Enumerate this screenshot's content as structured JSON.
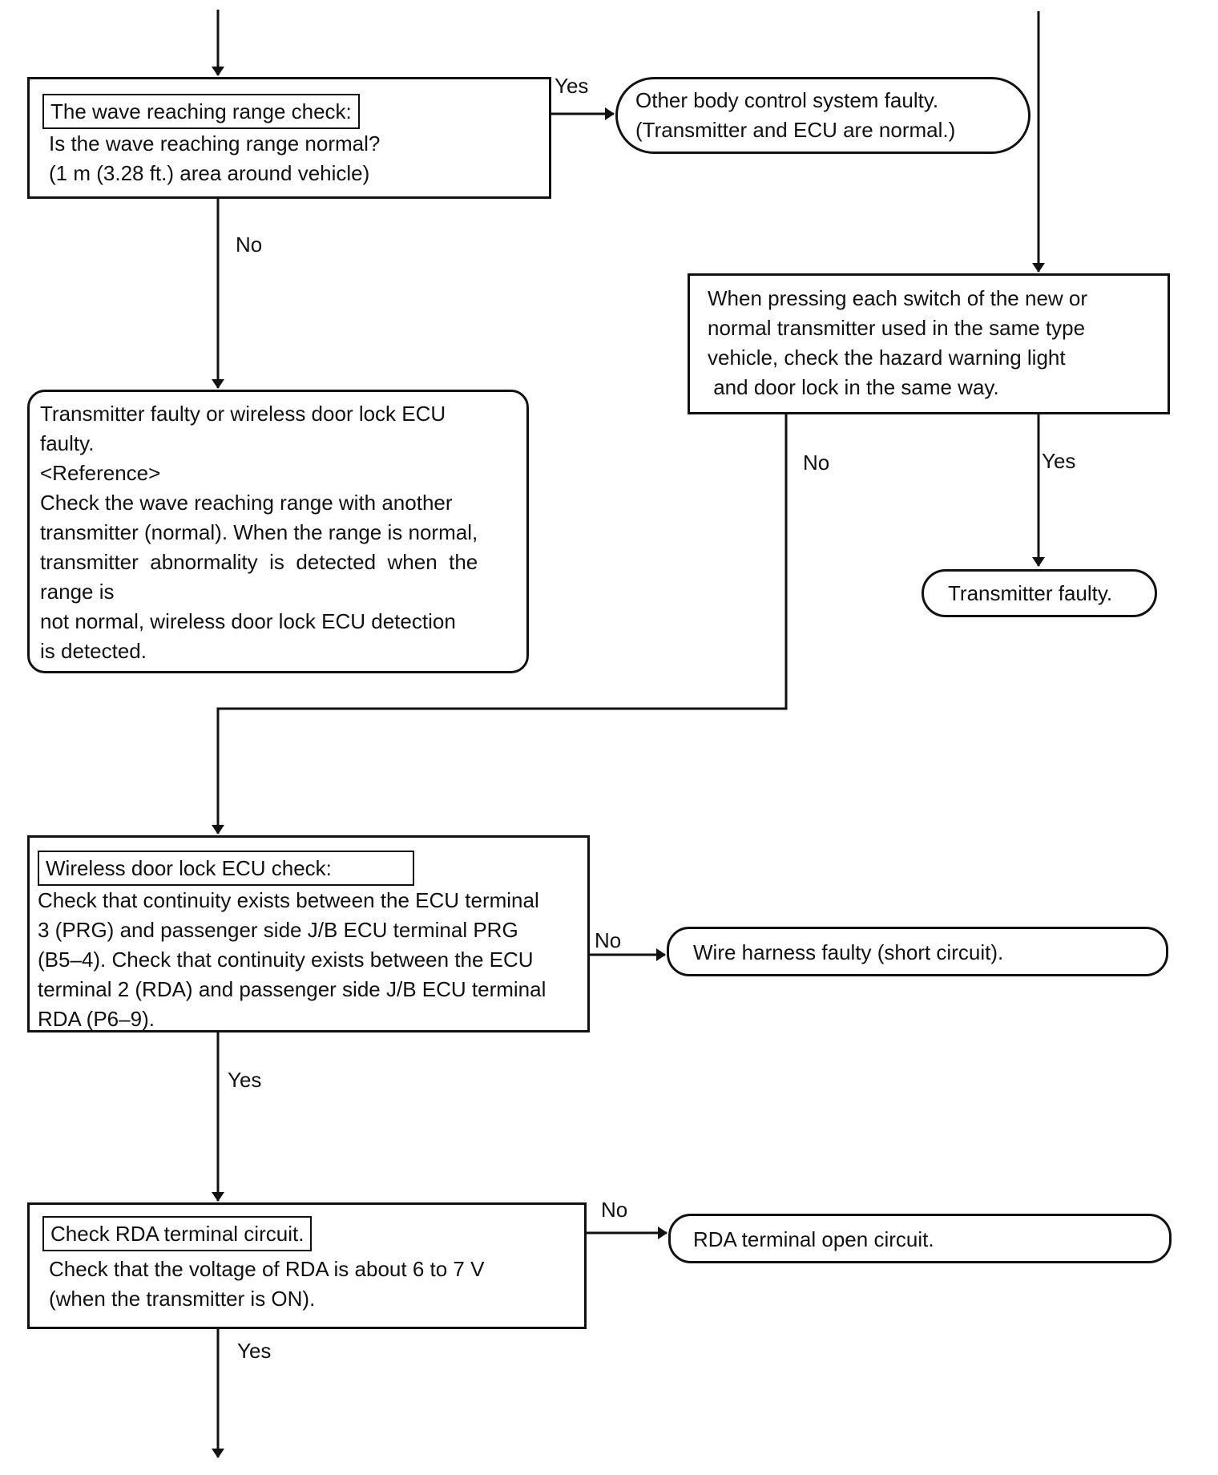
{
  "nodes": {
    "wave_check": {
      "header": "The wave reaching range check:",
      "lines": [
        "Is the wave reaching range normal?",
        "(1 m (3.28 ft.) area around vehicle)"
      ]
    },
    "other_body": {
      "lines": [
        "Other body control system faulty.",
        "(Transmitter and ECU are normal.)"
      ]
    },
    "transmitter_ecu_faulty": {
      "lines": [
        "Transmitter faulty or wireless door lock ECU",
        "faulty.",
        "<Reference>",
        "Check the wave reaching range with another",
        "transmitter (normal). When the range is normal,",
        "transmitter  abnormality  is  detected  when  the",
        "range is",
        "not normal, wireless door lock ECU detection",
        "is detected."
      ]
    },
    "switch_check": {
      "lines": [
        "When pressing each switch of the new or",
        "normal transmitter used in the same type",
        "vehicle, check the hazard warning light",
        " and door lock in the same way."
      ]
    },
    "transmitter_faulty": {
      "lines": [
        "Transmitter faulty."
      ]
    },
    "ecu_check": {
      "header": "Wireless door lock ECU check:",
      "lines": [
        "Check that continuity exists between the ECU terminal",
        "3 (PRG) and passenger side J/B ECU terminal PRG",
        "(B5–4). Check that continuity exists between the ECU",
        "terminal 2 (RDA) and passenger side J/B ECU terminal",
        "RDA (P6–9)."
      ]
    },
    "wire_harness": {
      "lines": [
        "Wire harness faulty (short circuit)."
      ]
    },
    "rda_check": {
      "header": "Check RDA terminal circuit.",
      "lines": [
        "Check that the voltage of RDA is about 6 to 7 V",
        "(when the transmitter is ON)."
      ]
    },
    "rda_open": {
      "lines": [
        "RDA terminal open circuit."
      ]
    }
  },
  "edge_labels": {
    "wave_yes": "Yes",
    "wave_no": "No",
    "switch_no": "No",
    "switch_yes": "Yes",
    "ecu_no": "No",
    "ecu_yes": "Yes",
    "rda_no": "No",
    "rda_yes": "Yes"
  }
}
